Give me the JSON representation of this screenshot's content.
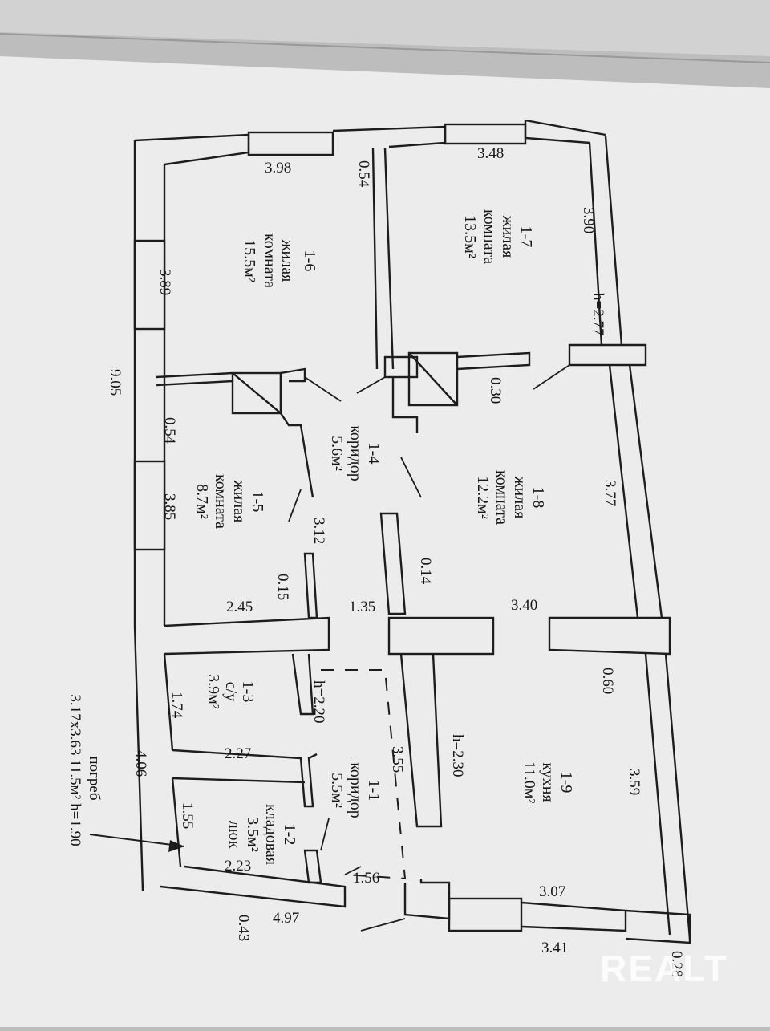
{
  "rooms": {
    "r16": {
      "num": "1-6",
      "type1": "жилая",
      "type2": "комната",
      "area": "15.5м²"
    },
    "r17": {
      "num": "1-7",
      "type1": "жилая",
      "type2": "комната",
      "area": "13.5м²"
    },
    "r14": {
      "num": "1-4",
      "type1": "коридор",
      "area": "5.6м²"
    },
    "r15": {
      "num": "1-5",
      "type1": "жилая",
      "type2": "комната",
      "area": "8.7м²"
    },
    "r18": {
      "num": "1-8",
      "type1": "жилая",
      "type2": "комната",
      "area": "12.2м²"
    },
    "r13": {
      "num": "1-3",
      "type1": "с/у",
      "area": "3.9м²"
    },
    "r11": {
      "num": "1-1",
      "type1": "коридор",
      "area": "5.5м²"
    },
    "r12": {
      "num": "1-2",
      "type1": "кладовая",
      "area": "3.5м²",
      "extra": "люк"
    },
    "r19": {
      "num": "1-9",
      "type1": "кухня",
      "area": "11.0м²"
    }
  },
  "dims": {
    "d398": "3.98",
    "d054a": "0.54",
    "d348": "3.48",
    "d390": "3.90",
    "d389": "3.89",
    "h277": "h=2.77",
    "d905": "9.05",
    "d030": "0.30",
    "d054b": "0.54",
    "d385": "3.85",
    "d377": "3.77",
    "d312": "3.12",
    "d014": "0.14",
    "d015": "0.15",
    "d245": "2.45",
    "d135": "1.35",
    "d340": "3.40",
    "d060": "0.60",
    "h220": "h=2.20",
    "d174": "1.74",
    "d227": "2.27",
    "h230": "h=2.30",
    "d355": "3.55",
    "d406": "4.06",
    "d359": "3.59",
    "d155": "1.55",
    "d223": "2.23",
    "d156": "1.56",
    "d307": "3.07",
    "d043": "0.43",
    "d497": "4.97",
    "d341": "3.41",
    "d028": "0.28"
  },
  "cellar": {
    "title": "погреб",
    "desc": "3.17x3.63 11.5м² h=1.90"
  },
  "watermark": "REALT"
}
